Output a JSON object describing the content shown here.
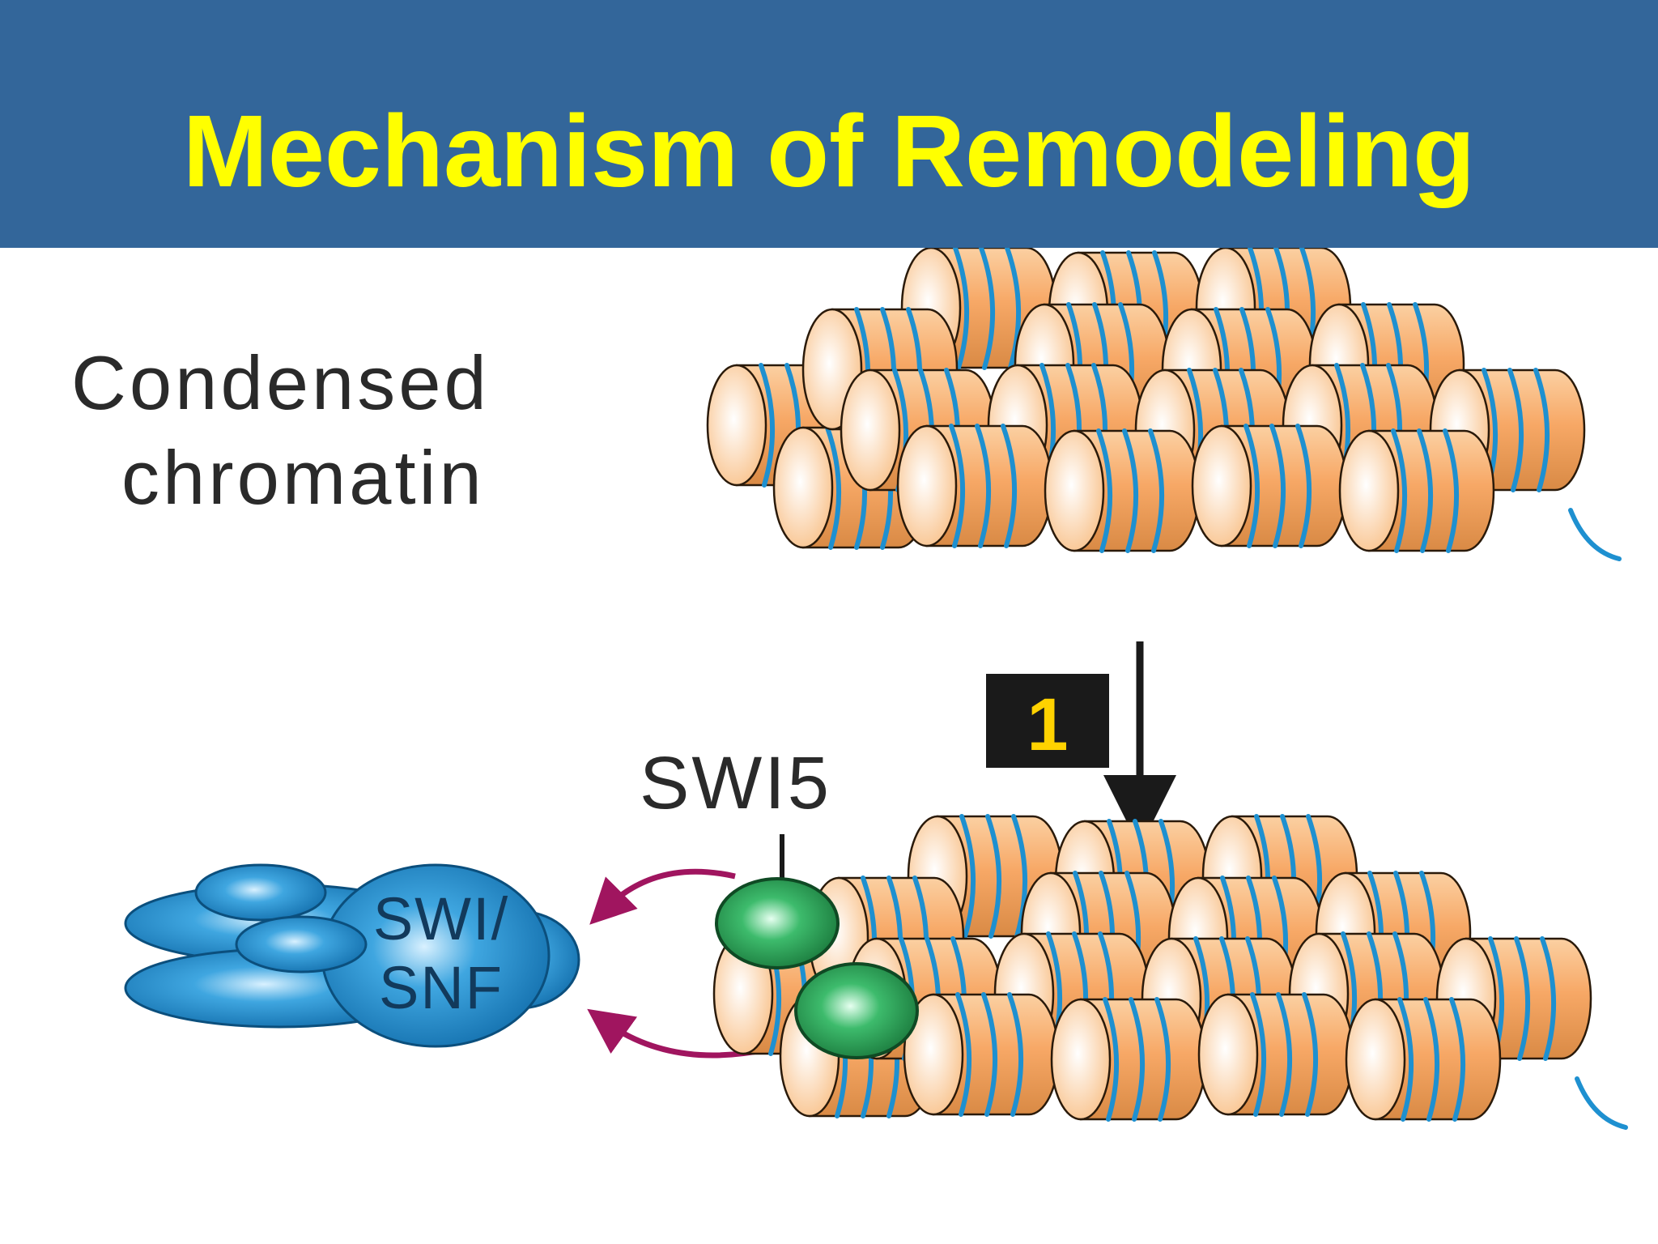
{
  "slide": {
    "title": "Mechanism of Remodeling",
    "header_color": "#33669a",
    "title_color": "#ffff00"
  },
  "diagram": {
    "condensed_label_line1": "Condensed",
    "condensed_label_line2": "chromatin",
    "step_number": "1",
    "swi5_label": "SWI5",
    "complex_label_line1": "SWI/",
    "complex_label_line2": "SNF",
    "colors": {
      "nucleosome": "#f7a866",
      "nucleosome_face": "#fff4e6",
      "dna": "#1e90d0",
      "complex": "#1a85c8",
      "swi5": "#2e9e55",
      "curved_arrow": "#a0155f",
      "step_box": "#1a1a1a",
      "step_number": "#ffd200",
      "label_text": "#2a2a2a"
    }
  }
}
